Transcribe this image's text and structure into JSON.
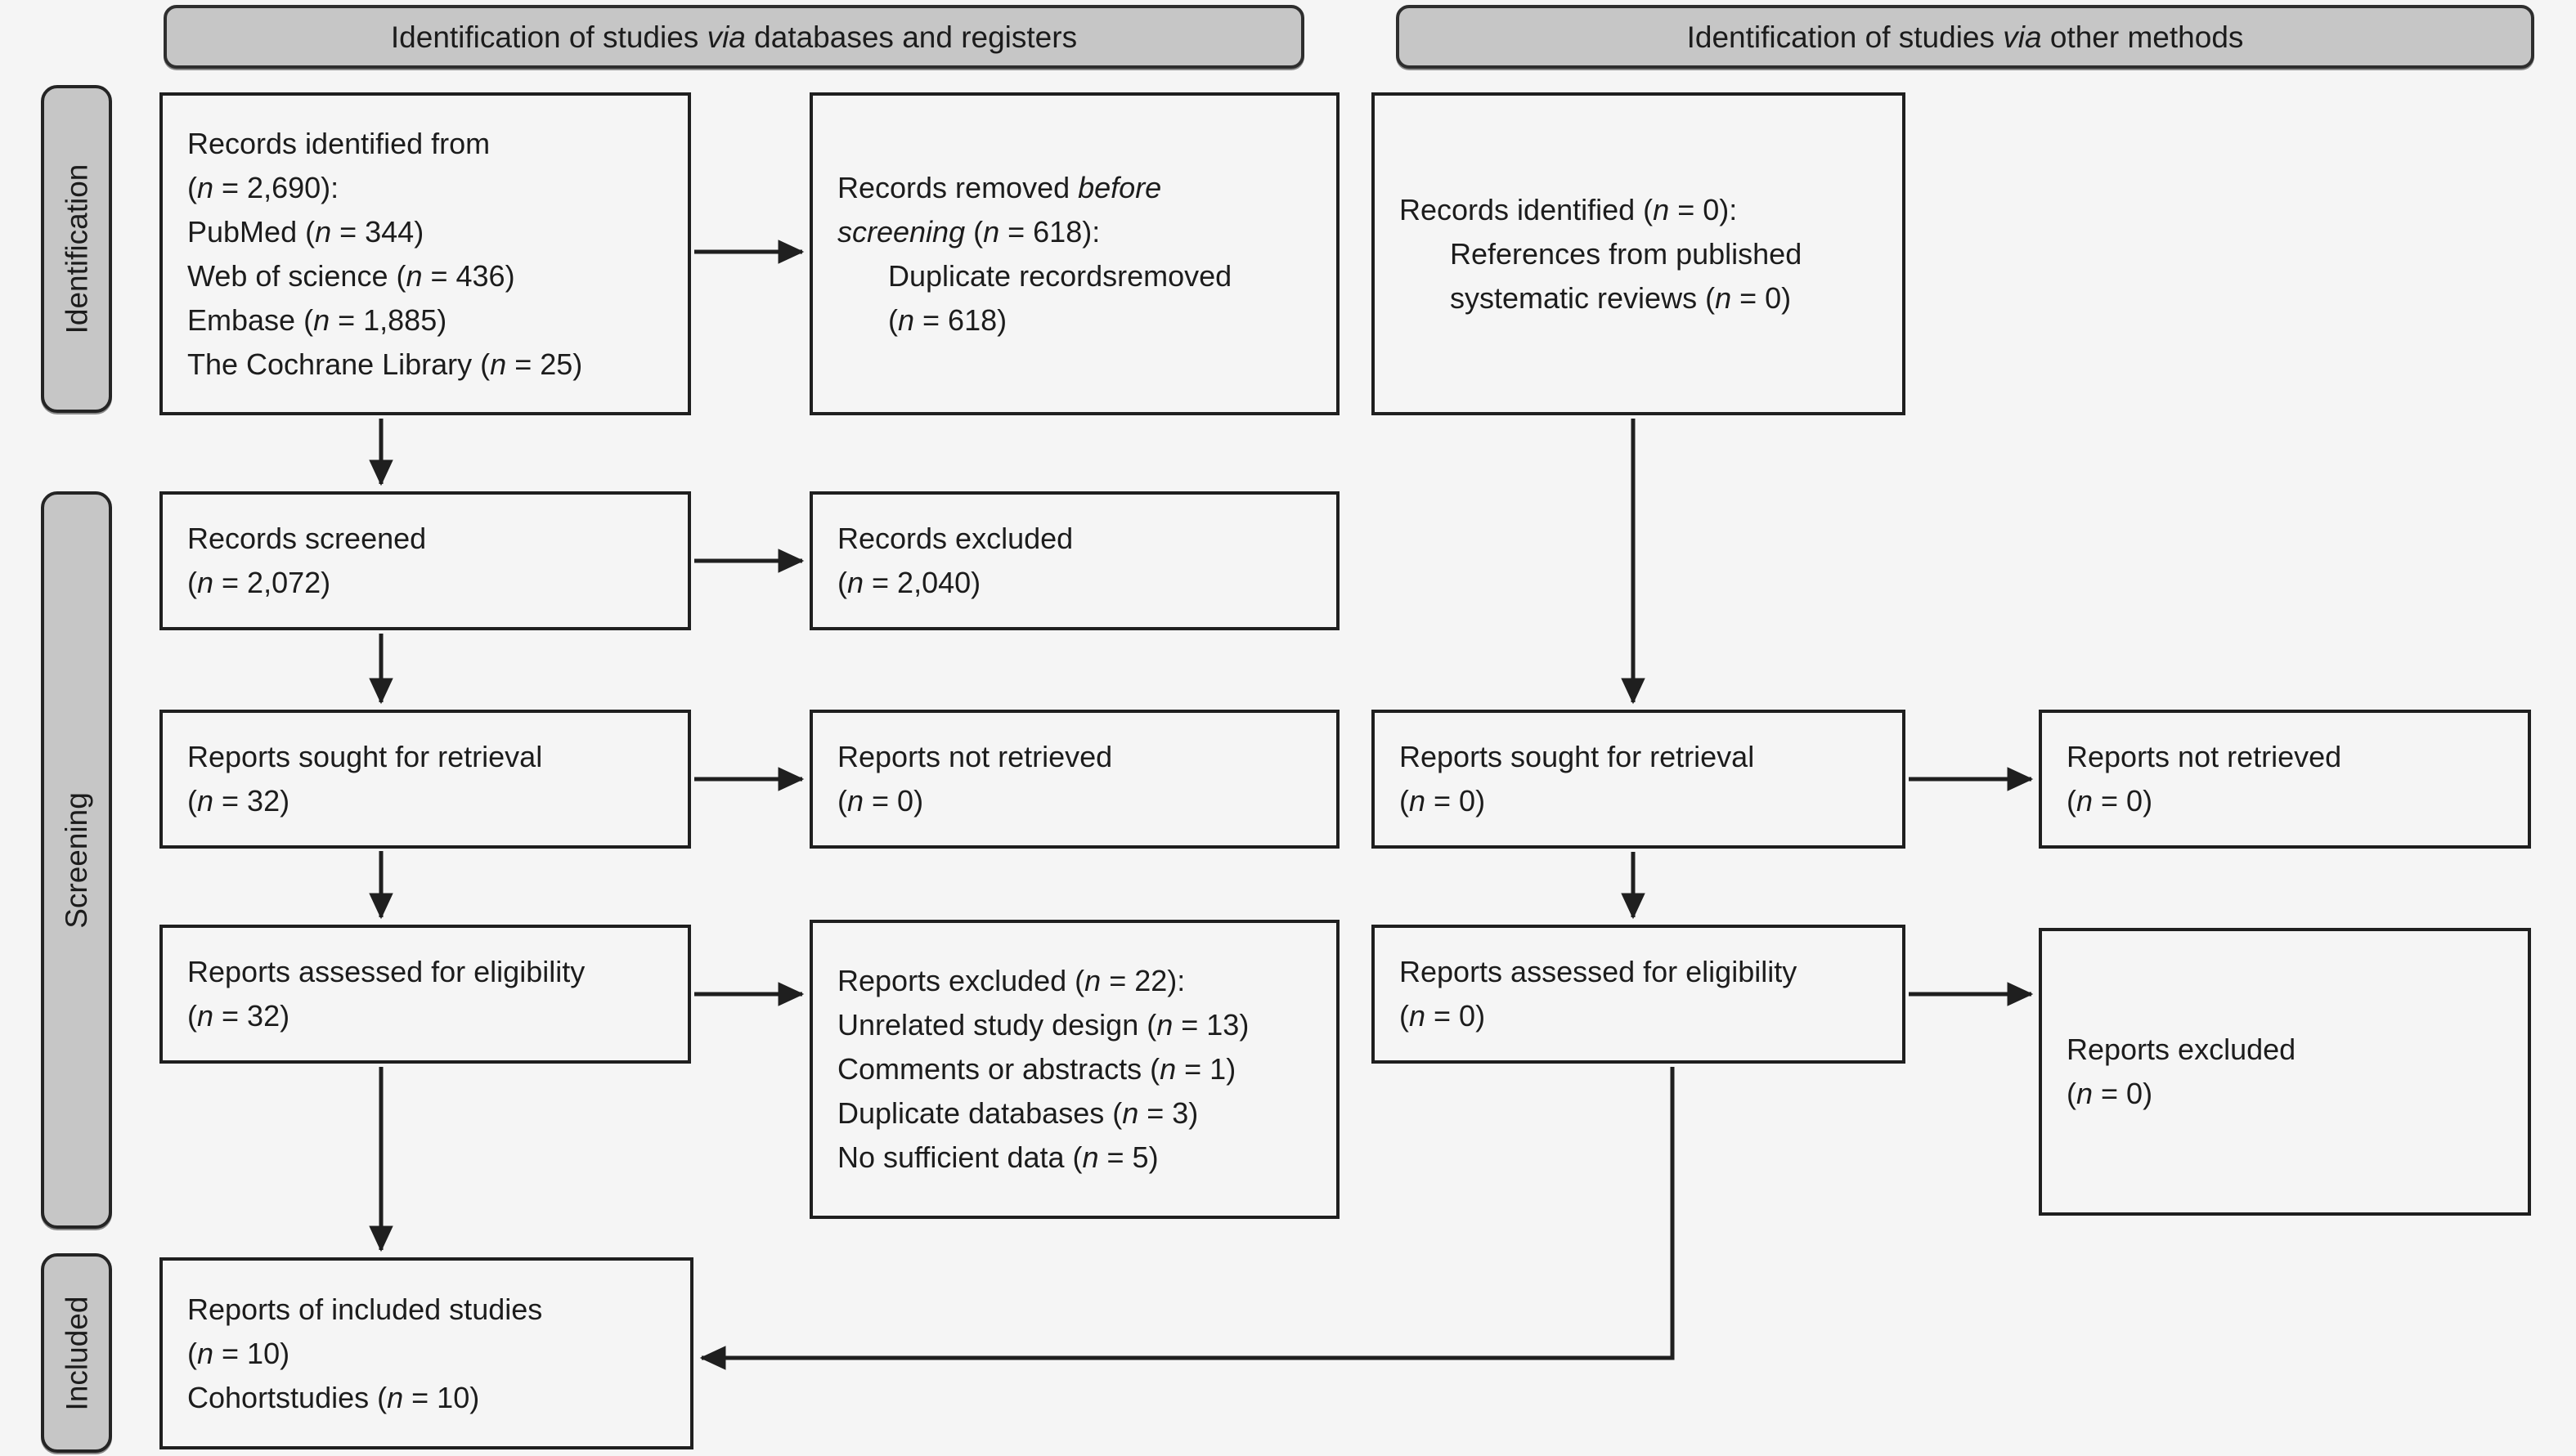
{
  "theme": {
    "background": "#f5f5f5",
    "panel_gray": "#c6c6c6",
    "line_color": "#1f1f1f",
    "text_color": "#1c1c1c",
    "box_fill": "#f5f5f5"
  },
  "headers": {
    "databases": [
      "Identification of studies *via* databases and registers"
    ],
    "other": [
      "Identification of studies *via* other methods"
    ]
  },
  "rails": {
    "identification": "Identification",
    "screening": "Screening",
    "included": "Included"
  },
  "boxes": {
    "records_identified_db": {
      "lines": [
        "Records identified from",
        "(*n* = 2,690):",
        "PubMed (*n* = 344)",
        "Web of science (*n* = 436)",
        "Embase (*n* = 1,885)",
        "The Cochrane Library (*n* = 25)"
      ]
    },
    "records_removed": {
      "lines": [
        "Records removed *before*",
        "*screening* (*n* = 618):",
        "\tDuplicate recordsremoved",
        "\t(*n* = 618)"
      ]
    },
    "records_identified_other": {
      "lines": [
        "Records identified (*n* = 0):",
        "\tReferences from published",
        "\tsystematic reviews (*n* = 0)"
      ]
    },
    "records_screened": {
      "lines": [
        "Records screened",
        "(*n* = 2,072)"
      ]
    },
    "records_excluded": {
      "lines": [
        "Records excluded",
        "(*n* = 2,040)"
      ]
    },
    "reports_sought_db": {
      "lines": [
        "Reports sought for retrieval",
        "(*n* = 32)"
      ]
    },
    "reports_not_retrieved_db": {
      "lines": [
        "Reports not retrieved",
        "(*n* = 0)"
      ]
    },
    "reports_sought_other": {
      "lines": [
        "Reports sought for retrieval",
        "(*n* = 0)"
      ]
    },
    "reports_not_retrieved_other": {
      "lines": [
        "Reports not retrieved",
        "(*n* = 0)"
      ]
    },
    "reports_assessed_db": {
      "lines": [
        "Reports assessed for eligibility",
        "(*n* = 32)"
      ]
    },
    "reports_excluded_detail": {
      "lines": [
        "Reports excluded (*n* = 22):",
        "Unrelated study design (*n* = 13)",
        "Comments or abstracts (*n* = 1)",
        "Duplicate databases (*n* = 3)",
        "No sufficient data (*n* = 5)"
      ]
    },
    "reports_assessed_other": {
      "lines": [
        "Reports assessed for eligibility",
        "(*n* = 0)"
      ]
    },
    "reports_excluded_other": {
      "lines": [
        "Reports excluded",
        "(*n* = 0)"
      ]
    },
    "included_studies": {
      "lines": [
        "Reports of included studies",
        "(*n* = 10)",
        "Cohortstudies (*n* = 10)"
      ]
    }
  }
}
